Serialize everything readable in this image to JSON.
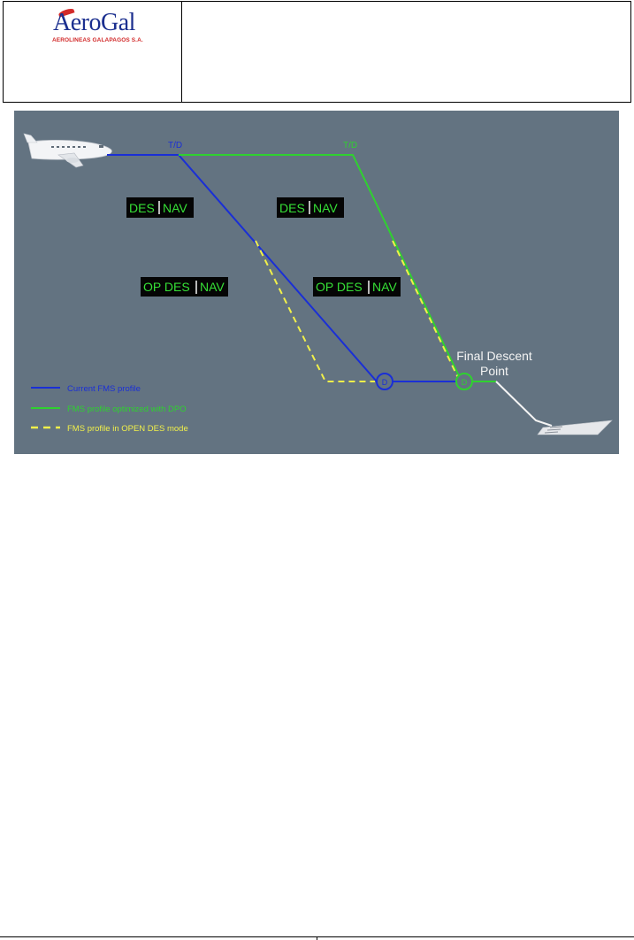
{
  "header": {
    "logo_wordmark": "AeroGal",
    "logo_tagline": "AEROLINEAS GALAPAGOS S.A."
  },
  "figure": {
    "labels": {
      "td_current": "T/D",
      "td_optimized": "T/D",
      "final_descent_line1": "Final Descent",
      "final_descent_line2": "Point",
      "marker_d_current": "D",
      "marker_d_optimized": "D"
    },
    "fma_boxes": [
      {
        "left": "DES",
        "right": "NAV"
      },
      {
        "left": "DES",
        "right": "NAV"
      },
      {
        "left": "OP DES",
        "right": "NAV"
      },
      {
        "left": "OP DES",
        "right": "NAV"
      }
    ],
    "legend": [
      {
        "label": "Current FMS profile",
        "color": "#1a2fd6",
        "style": "solid"
      },
      {
        "label": "FMS profile optimized with DPO",
        "color": "#2fd12f",
        "style": "solid"
      },
      {
        "label": "FMS profile in OPEN DES mode",
        "color": "#f1f04a",
        "style": "dashed"
      }
    ],
    "colors": {
      "background": "#637381",
      "current": "#1a2fd6",
      "optimized": "#2fd12f",
      "open_des": "#f1f04a",
      "fma_box": "#050505",
      "fma_text": "#36e036"
    }
  }
}
